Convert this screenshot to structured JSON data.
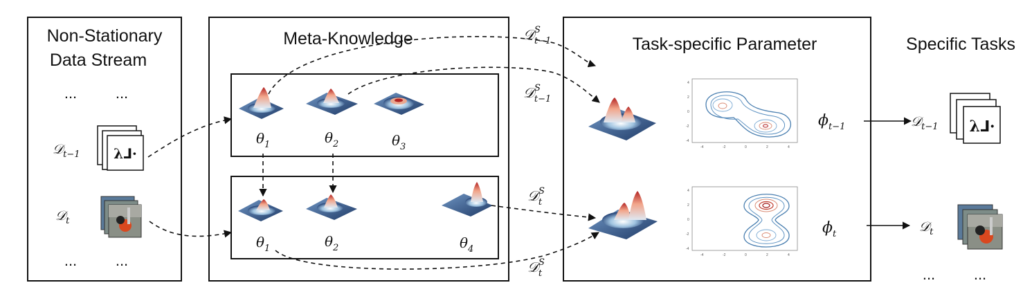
{
  "panels": {
    "stream_title_line1": "Non-Stationary",
    "stream_title_line2": "Data Stream",
    "meta_title": "Meta-Knowledge",
    "task_param_title": "Task-specific Parameter",
    "specific_tasks_title": "Specific Tasks"
  },
  "stream": {
    "dots_top_a": "...",
    "dots_top_b": "...",
    "dots_bottom_a": "...",
    "dots_bottom_b": "...",
    "d_prev": {
      "base": "𝒟",
      "sub": "t−1"
    },
    "d_curr": {
      "base": "𝒟",
      "sub": "t"
    },
    "omniglot_glyph": "λ⅃·"
  },
  "meta": {
    "row1": [
      {
        "base": "θ",
        "sub": "1"
      },
      {
        "base": "θ",
        "sub": "2"
      },
      {
        "base": "θ",
        "sub": "3"
      }
    ],
    "row2": [
      {
        "base": "θ",
        "sub": "1"
      },
      {
        "base": "θ",
        "sub": "2"
      },
      {
        "base": "θ",
        "sub": "4"
      }
    ]
  },
  "arrow_labels": {
    "top_outer": {
      "base": "𝒟",
      "sup": "S",
      "sub": "t−1"
    },
    "top_inner": {
      "base": "𝒟",
      "sup": "S",
      "sub": "t−1"
    },
    "bottom_inner": {
      "base": "𝒟",
      "sup": "S",
      "sub": "t"
    },
    "bottom_outer": {
      "base": "𝒟",
      "sup": "S",
      "sub": "t"
    }
  },
  "task_params": {
    "phi_prev": {
      "base": "ϕ",
      "sub": "t−1"
    },
    "phi_curr": {
      "base": "ϕ",
      "sub": "t"
    }
  },
  "contour_ticks": {
    "y": [
      "4",
      "2",
      "0",
      "-2",
      "-4"
    ],
    "x": [
      "-4",
      "-2",
      "0",
      "2",
      "4"
    ]
  },
  "specific_tasks": {
    "d_prev": {
      "base": "𝒟",
      "sub": "t−1"
    },
    "d_curr": {
      "base": "𝒟",
      "sub": "t"
    },
    "dots_a": "...",
    "dots_b": "..."
  },
  "colors": {
    "peak": "#c0392b",
    "base": "#2c4a7c",
    "mid": "#9fc3e0",
    "contour_blue": "#4a7fb0",
    "contour_red": "#c0392b"
  }
}
